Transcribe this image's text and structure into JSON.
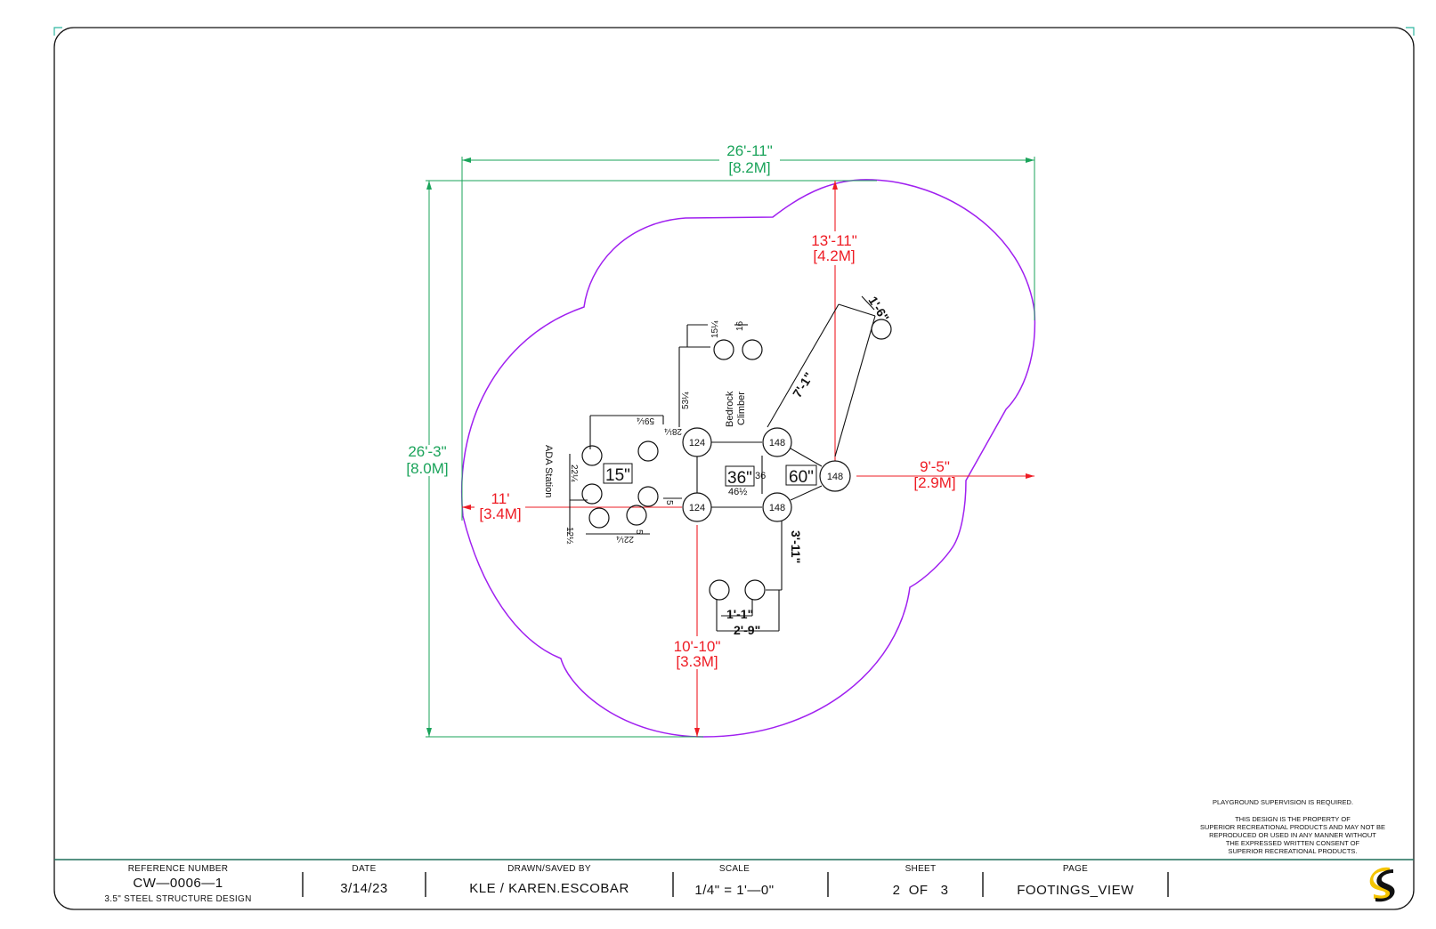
{
  "drawing": {
    "overall_width": {
      "ft": "26'-11\"",
      "m": "[8.2M]"
    },
    "overall_depth": {
      "ft": "26'-3\"",
      "m": "[8.0M]"
    },
    "zone_top": {
      "ft": "13'-11\"",
      "m": "[4.2M]"
    },
    "zone_right": {
      "ft": "9'-5\"",
      "m": "[2.9M]"
    },
    "zone_left": {
      "ft": "11'",
      "m": "[3.4M]"
    },
    "zone_bottom": {
      "ft": "10'-10\"",
      "m": "[3.3M]"
    },
    "posts": {
      "p124a": "124",
      "p124b": "124",
      "p148a": "148",
      "p148b": "148",
      "p148c": "148"
    },
    "decks": {
      "d15": "15\"",
      "d36": "36\"",
      "d60": "60\""
    },
    "labels": {
      "ada": "ADA Station",
      "bedrock1": "Bedrock",
      "bedrock2": "Climber"
    },
    "dims": {
      "d15_4": "15¼",
      "d16": "16",
      "d53_4": "53¼",
      "d59_4": "59¼",
      "d28_4": "28¼",
      "d22_4a": "22¼",
      "d12_2": "12½",
      "d22_4b": "22¼",
      "d5a": "5",
      "d5b": "5",
      "d36s": "36",
      "d46_2": "46½",
      "d7_1": "7'-1\"",
      "d1_6": "1'-6\"",
      "d3_11": "3'-11\"",
      "d1_1": "1'-1\"",
      "d2_9": "2'-9\""
    },
    "colors": {
      "surface": "#a020f0",
      "overall": "#1aa35a",
      "zone": "#ee1c24",
      "frame": "#1f6e5a",
      "brand": "#f5c400"
    }
  },
  "notes": {
    "supervision": "PLAYGROUND SUPERVISION IS REQUIRED.",
    "prop1": "THIS DESIGN IS THE PROPERTY OF",
    "prop2": "SUPERIOR RECREATIONAL PRODUCTS AND MAY NOT BE",
    "prop3": "REPRODUCED OR USED IN ANY MANNER WITHOUT",
    "prop4": "THE EXPRESSED WRITTEN CONSENT OF",
    "prop5": "SUPERIOR RECREATIONAL PRODUCTS."
  },
  "title_block": {
    "reference_label": "REFERENCE NUMBER",
    "reference_value": "CW—0006—1",
    "reference_sub": "3.5\" STEEL STRUCTURE DESIGN",
    "date_label": "DATE",
    "date_value": "3/14/23",
    "drawn_label": "DRAWN/SAVED BY",
    "drawn_value": "KLE / KAREN.ESCOBAR",
    "scale_label": "SCALE",
    "scale_value": "1/4\" = 1'—0\"",
    "sheet_label": "SHEET",
    "sheet_value": "2  OF   3",
    "page_label": "PAGE",
    "page_value": "FOOTINGS_VIEW",
    "logo_icon": "superior-s-logo-icon"
  }
}
